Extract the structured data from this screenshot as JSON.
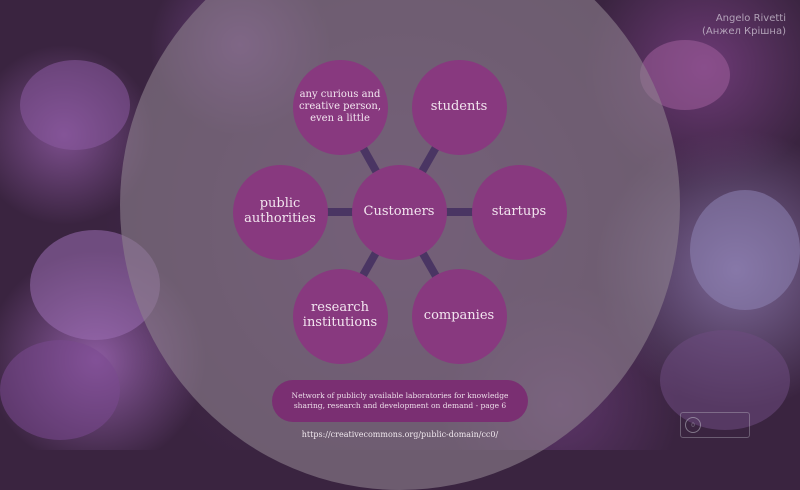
{
  "colors": {
    "node_fill": "#88397f",
    "caption_fill": "#7a2f72",
    "link_stroke": "#4a3563",
    "halo_fill": "rgba(140,128,140,0.62)"
  },
  "credit": {
    "line1": "Angelo Rivetti",
    "line2": "(Анжел Крішна)"
  },
  "diagram": {
    "center": {
      "label": "Customers"
    },
    "nodes": [
      {
        "id": "curious-person",
        "label": "any curious and creative person, even a little"
      },
      {
        "id": "students",
        "label": "students"
      },
      {
        "id": "public-authorities",
        "label": "public authorities"
      },
      {
        "id": "startups",
        "label": "startups"
      },
      {
        "id": "research-institutions",
        "label": "research institutions"
      },
      {
        "id": "companies",
        "label": "companies"
      }
    ]
  },
  "caption": {
    "text": "Network of publicly available laboratories for knowledge sharing, research and development on demand - page 6"
  },
  "footer": {
    "url": "https://creativecommons.org/public-domain/cc0/"
  },
  "license_badge": {
    "icon": "cc0-icon"
  }
}
